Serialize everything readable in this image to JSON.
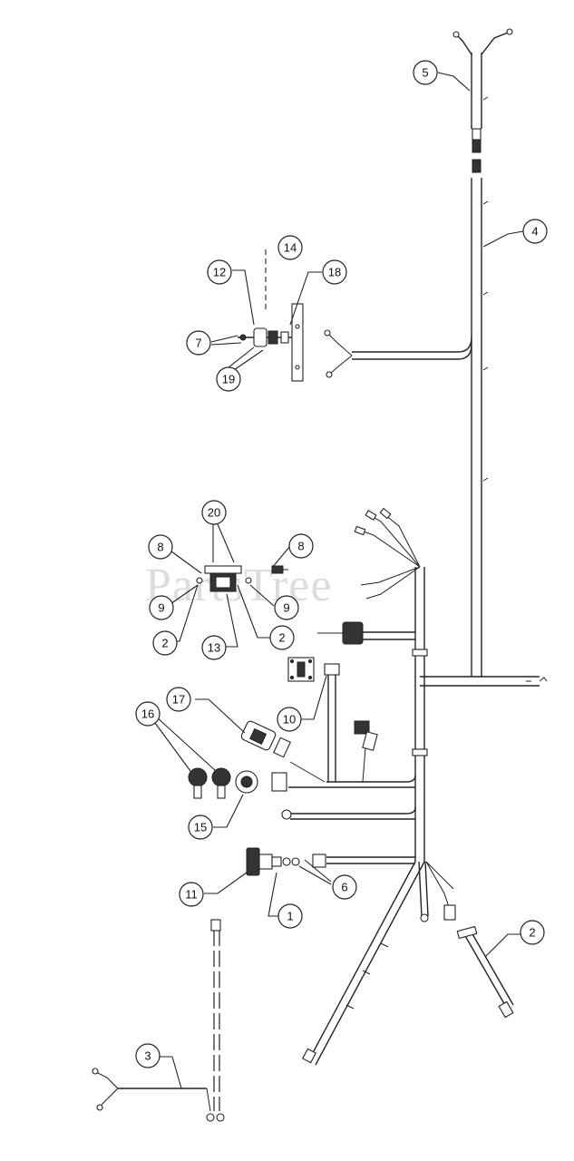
{
  "watermark": "PartsTree",
  "callouts": [
    {
      "id": "c5",
      "label": "5"
    },
    {
      "id": "c4",
      "label": "4"
    },
    {
      "id": "c14",
      "label": "14"
    },
    {
      "id": "c12",
      "label": "12"
    },
    {
      "id": "c18",
      "label": "18"
    },
    {
      "id": "c7",
      "label": "7"
    },
    {
      "id": "c19",
      "label": "19"
    },
    {
      "id": "c20",
      "label": "20"
    },
    {
      "id": "c8a",
      "label": "8"
    },
    {
      "id": "c8b",
      "label": "8"
    },
    {
      "id": "c9a",
      "label": "9"
    },
    {
      "id": "c9b",
      "label": "9"
    },
    {
      "id": "c2a",
      "label": "2"
    },
    {
      "id": "c13",
      "label": "13"
    },
    {
      "id": "c2b",
      "label": "2"
    },
    {
      "id": "c10",
      "label": "10"
    },
    {
      "id": "c17",
      "label": "17"
    },
    {
      "id": "c16",
      "label": "16"
    },
    {
      "id": "c15",
      "label": "15"
    },
    {
      "id": "c11",
      "label": "11"
    },
    {
      "id": "c6",
      "label": "6"
    },
    {
      "id": "c1",
      "label": "1"
    },
    {
      "id": "c2c",
      "label": "2"
    },
    {
      "id": "c3",
      "label": "3"
    }
  ]
}
